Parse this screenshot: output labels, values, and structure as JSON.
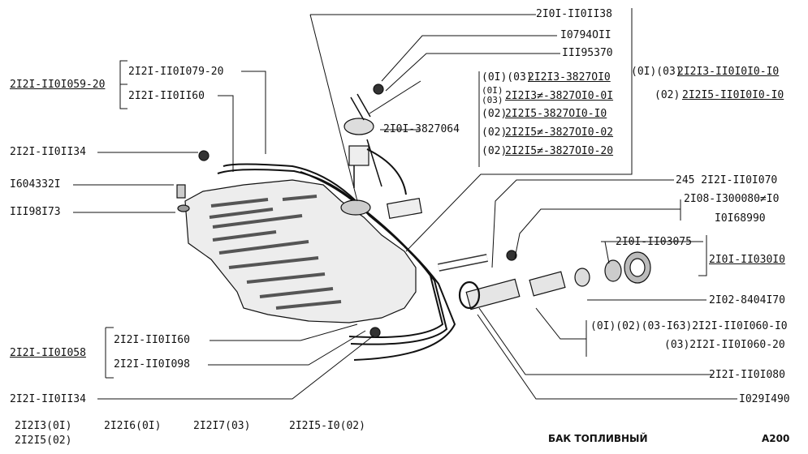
{
  "labels": {
    "l_2101_110113": "2I0I-II0II38",
    "l_10794011": "I0794OII",
    "l_11195370": "III95370",
    "l_2121_1101059": "2I2I-II0I059-20",
    "l_2121_1101079": "2I2I-II0I079-20",
    "l_2121_1101160_top": "2I2I-II0II60",
    "l_2121_1101134_top": "2I2I-II0II34",
    "l_16043321": "I604332I",
    "l_11198173": "III98I73",
    "l_2101_3827064": "2I0I-3827064",
    "l_opt1_prefix": "(0I)(03)",
    "l_opt1_code": "2I2I3-3827OI0",
    "l_opt2_prefix_a": "(0I)",
    "l_opt2_prefix_b": "(03)",
    "l_opt2_code": "2I2I3≠-3827OI0-0I",
    "l_opt3_prefix": "(02)",
    "l_opt3_code": "2I2I5-3827OI0-I0",
    "l_opt4_prefix": "(02)",
    "l_opt4_code": "2I2I5≠-3827OI0-02",
    "l_opt5_prefix": "(02)",
    "l_opt5_code": "2I2I5≠-3827OI0-20",
    "l_r1_prefix": "(0I)(03)",
    "l_r1_code": "2I2I3-II0I0I0-I0",
    "l_r2_prefix": "(02)",
    "l_r2_code": "2I2I5-II0I0I0-I0",
    "l_245": "245 2I2I-II0I070",
    "l_2108": "2I08-I300080≠I0",
    "l_10168990": "I0I68990",
    "l_2101_1103075": "2I0I-II03075",
    "l_2101_1103010": "2I0I-II030I0",
    "l_2102": "2I02-8404I70",
    "l_opt_1060_a": "(0I)(02)(03-I63)2I2I-II0I060-I0",
    "l_opt_1060_b": "(03)2I2I-II0I060-20",
    "l_2121_1101080": "2I2I-II0I080",
    "l_10291490": "I029I490",
    "l_2121_1101058": "2I2I-II0I058",
    "l_2121_1101160_bot": "2I2I-II0II60",
    "l_2121_1101098": "2I2I-II0I098",
    "l_2121_1101134_bot": "2I2I-II0II34"
  },
  "footer": {
    "models": [
      "2I2I3(0I)",
      "2I2I5(02)",
      "2I2I6(0I)",
      "2I2I7(03)",
      "2I2I5-I0(02)"
    ],
    "title": "БАК ТОПЛИВНЫЙ",
    "code": "A200"
  }
}
